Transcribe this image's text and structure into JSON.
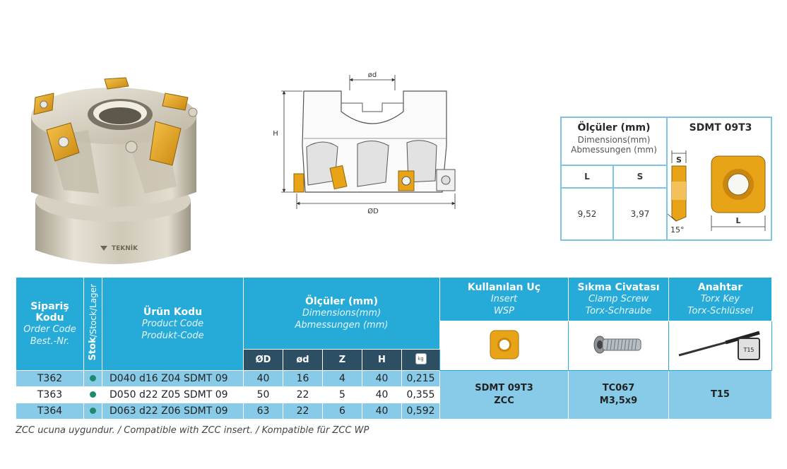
{
  "product": {
    "brand_mark": "TEKNİK"
  },
  "drawing": {
    "label_od": "ød",
    "label_h": "H",
    "label_OD": "ØD"
  },
  "insert_box": {
    "title": "Ölçüler (mm)",
    "subtitle_en": "Dimensions(mm)",
    "subtitle_de": "Abmessungen (mm)",
    "col_l": "L",
    "col_s": "S",
    "val_l": "9,52",
    "val_s": "3,97",
    "insert_name": "SDMT 09T3",
    "label_s": "S",
    "label_l": "L",
    "label_angle": "15°"
  },
  "table": {
    "order_code": {
      "tr": "Sipariş Kodu",
      "en": "Order Code",
      "de": "Best.-Nr."
    },
    "stock": {
      "tr": "Stok",
      "rest": "/Stock/Lager"
    },
    "product_code": {
      "tr": "Ürün Kodu",
      "en": "Product Code",
      "de": "Produkt-Code"
    },
    "dimensions": {
      "tr": "Ölçüler (mm)",
      "en": "Dimensions(mm)",
      "de": "Abmessungen (mm)"
    },
    "insert_used": {
      "tr": "Kullanılan Uç",
      "en": "Insert",
      "de": "WSP"
    },
    "clamp_screw": {
      "tr": "Sıkma Civatası",
      "en": "Clamp Screw",
      "de": "Torx-Schraube"
    },
    "key": {
      "tr": "Anahtar",
      "en": "Torx Key",
      "de": "Torx-Schlüssel"
    },
    "cols": {
      "OD": "ØD",
      "od": "ød",
      "z": "Z",
      "h": "H",
      "kg": "kg"
    },
    "rows": [
      {
        "order": "T362",
        "code": "D040 d16 Z04 SDMT 09",
        "OD": "40",
        "od": "16",
        "z": "4",
        "h": "40",
        "kg": "0,215"
      },
      {
        "order": "T363",
        "code": "D050 d22 Z05 SDMT 09",
        "OD": "50",
        "od": "22",
        "z": "5",
        "h": "40",
        "kg": "0,355"
      },
      {
        "order": "T364",
        "code": "D063 d22 Z06 SDMT 09",
        "OD": "63",
        "od": "22",
        "z": "6",
        "h": "40",
        "kg": "0,592"
      }
    ],
    "insert_value": {
      "line1": "SDMT 09T3",
      "line2": "ZCC"
    },
    "screw_value": {
      "line1": "TC067",
      "line2": "M3,5x9"
    },
    "key_value": "T15",
    "key_tag": "T15"
  },
  "footnote": "ZCC ucuna uygundur. / Compatible with ZCC insert. / Kompatible für ZCC WP",
  "colors": {
    "header_blue": "#26abd9",
    "row_blue": "#88cbe8",
    "dark_header": "#2c4f63",
    "stock_dot": "#1f8a6b",
    "insert_gold": "#e8a317"
  }
}
